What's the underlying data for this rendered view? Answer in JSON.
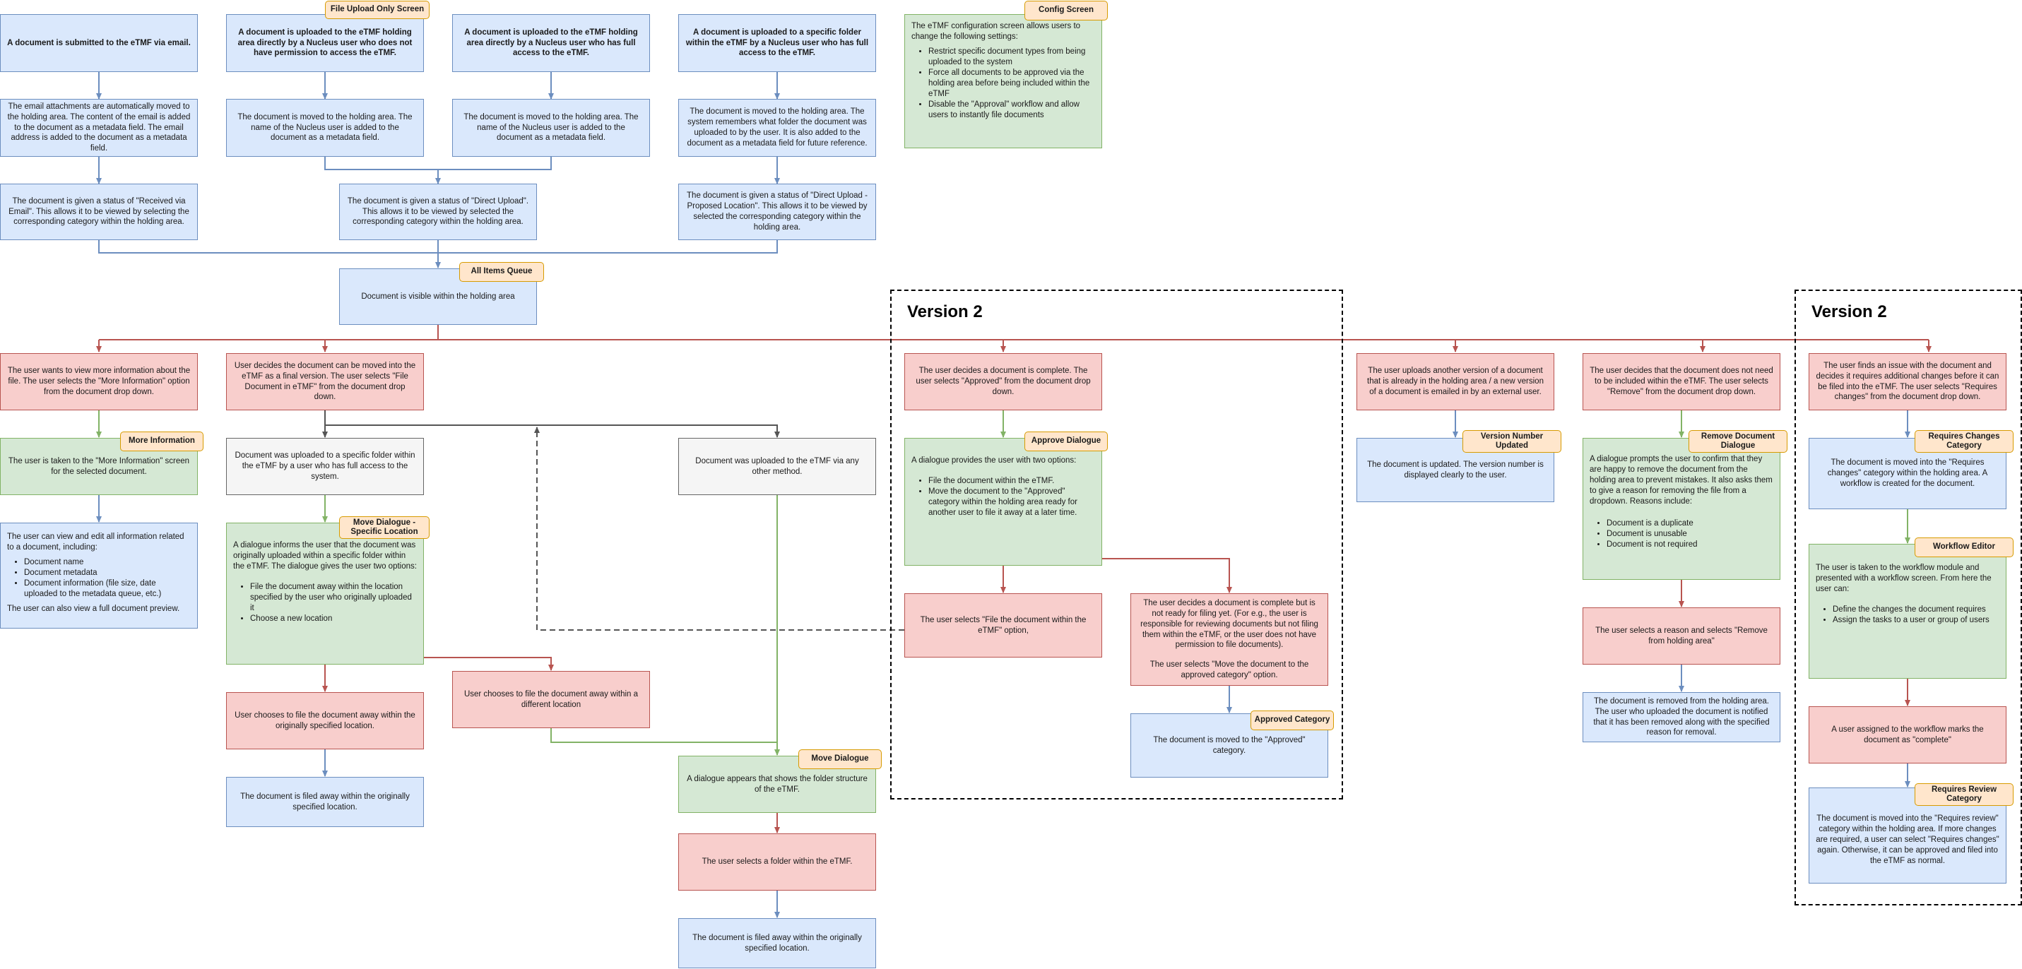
{
  "diagram": {
    "groups": [
      {
        "title": "Version 2"
      },
      {
        "title": "Version 2"
      }
    ],
    "tags": {
      "file_upload_only_screen": "File Upload Only Screen",
      "config_screen": "Config Screen",
      "all_items_queue": "All Items Queue",
      "more_information": "More Information",
      "move_dialogue_specific_location": "Move Dialogue - Specific Location",
      "move_dialogue": "Move Dialogue",
      "approve_dialogue": "Approve Dialogue",
      "approved_category": "Approved Category",
      "version_number_updated": "Version Number Updated",
      "remove_document_dialogue": "Remove Document Dialogue",
      "requires_changes_category": "Requires Changes Category",
      "workflow_editor": "Workflow Editor",
      "requires_review_category": "Requires Review Category"
    },
    "nodes": {
      "submit_email": "A document is submitted to the eTMF via email.",
      "upload_no_permission": "A document is uploaded to the eTMF holding area directly by a Nucleus user who does not have permission to access the eTMF.",
      "upload_full_access": "A document is uploaded to the eTMF holding area directly by a Nucleus user who has full access to the eTMF.",
      "upload_specific_folder": "A document is uploaded to a specific folder within the eTMF by a Nucleus user who has full access to the eTMF.",
      "email_attachments_moved": "The email attachments are automatically moved to the holding area. The content of the email is added to the document as a metadata field. The email address is added to the document as a metadata field.",
      "moved_name_added_1": "The document is moved to the holding area. The name of the Nucleus user is added to the document as a metadata field.",
      "moved_name_added_2": "The document is moved to the holding area. The name of the Nucleus user is added to the document as a metadata field.",
      "moved_folder_remembered": "The document is moved to the holding area. The system remembers what folder the document was uploaded to by the user. It is also added to the document as a metadata field for future reference.",
      "status_received_email": "The document is given a status of \"Received via Email\". This allows it to be viewed by selecting the corresponding category within the holding area.",
      "status_direct_upload": "The document is given a status of \"Direct Upload\". This allows it to be viewed by selected the corresponding category within the holding area.",
      "status_proposed_location": "The document is given a status of \"Direct Upload - Proposed Location\". This allows it to be viewed by selected the corresponding category within the holding area.",
      "visible_holding_area": "Document is visible within the holding area",
      "config_intro": "The eTMF configuration screen allows users to change the following settings:",
      "config_items": [
        "Restrict specific document types from being uploaded to the system",
        "Force all documents to be approved via the holding area before being included within the eTMF",
        "Disable the \"Approval\" workflow and allow users to instantly file documents"
      ],
      "more_info_request": "The user wants to view more information about the file. The user selects the \"More Information\" option from the document drop down.",
      "more_info_screen": "The user is taken to the \"More Information\" screen for the selected document.",
      "more_info_view_intro": "The user can view and edit all information related to a document, including:",
      "more_info_view_items": [
        "Document name",
        "Document metadata",
        "Document information (file size, date uploaded to the metadata queue, etc.)"
      ],
      "more_info_view_outro": "The user can also view a full document preview.",
      "final_version_decision": "User decides the document can be moved into the eTMF as a final version. The user selects \"File Document in eTMF\" from the document drop down.",
      "uploaded_specific_folder": "Document was uploaded to a specific folder within the eTMF by a user who has full access to the system.",
      "uploaded_other_method": "Document was uploaded to the eTMF via any other method.",
      "dialogue_original_intro": "A dialogue informs the user that the document was originally uploaded within a specific folder within the eTMF. The dialogue gives the user two options:",
      "dialogue_original_items": [
        "File the document away within the location specified by the user who originally uploaded it",
        "Choose a new location"
      ],
      "file_original_location": "User chooses to file the document away within the originally specified location.",
      "file_different_location": "User chooses to file the document away within a different location",
      "filed_original_location": "The document is filed away within the originally specified location.",
      "dialogue_folder_structure": "A dialogue appears that shows the folder structure of the eTMF.",
      "select_folder": "The user selects a folder within the eTMF.",
      "filed_original_location_2": "The document is filed away within the originally specified location.",
      "approve_decision": "The user decides a document is complete. The user selects \"Approved\" from the document drop down.",
      "approve_dialogue_intro": "A dialogue provides the user with two options:",
      "approve_dialogue_items": [
        "File the document within the eTMF.",
        "Move the document to the \"Approved\" category within the holding area ready for another user to file it away at a later time."
      ],
      "select_file_option": "The user selects \"File the document within the eTMF\" option,",
      "not_ready_filing": "The user decides a document is complete but is not ready for filing yet. (For e.g., the user is responsible for reviewing documents but not filing them within the eTMF, or the user does not have permission to file documents).",
      "not_ready_select": "The user selects \"Move the document to the approved category\" option.",
      "moved_approved": "The document is moved to the \"Approved\" category.",
      "upload_new_version": "The user uploads another version of a document that is already in the holding area / a new version of a document is emailed in by an external user.",
      "version_updated": "The document is updated. The version number is displayed clearly to the user.",
      "remove_decision": "The user decides that the document does not need to be included within the eTMF. The user selects \"Remove\" from the document drop down.",
      "remove_dialogue_intro": "A dialogue prompts the user to confirm that they are happy to remove the document from the holding area to prevent mistakes. It also asks them to give a reason for removing the file from a dropdown. Reasons include:",
      "remove_dialogue_items": [
        "Document is a duplicate",
        "Document is unusable",
        "Document is not required"
      ],
      "select_reason_remove": "The user selects a reason and selects \"Remove from holding area\"",
      "removed_notified": "The document is removed from the holding area. The user who uploaded the document is notified that it has been removed along with the specified reason for removal.",
      "issue_found": "The user finds an issue with the document and decides it requires additional changes before it can be filed into the eTMF. The user selects \"Requires changes\" from the document drop down.",
      "moved_requires_changes": "The document is moved into the \"Requires changes\" category within the holding area. A workflow is created for the document.",
      "workflow_intro": "The user is taken to the workflow module and presented with a workflow screen. From here the user can:",
      "workflow_items": [
        "Define the changes the document requires",
        "Assign the tasks to a user or group of users"
      ],
      "workflow_complete": "A user assigned to the workflow marks the document as \"complete\"",
      "moved_requires_review": "The document is moved into the \"Requires review\" category within the holding area. If more changes are required, a user can select \"Requires changes\" again. Otherwise, it can be approved and filed into the eTMF as normal."
    },
    "colors": {
      "blue_fill": "#dae8fc",
      "blue_stroke": "#6c8ebf",
      "green_fill": "#d5e8d4",
      "green_stroke": "#82b366",
      "red_fill": "#f8cecc",
      "red_stroke": "#b85450",
      "grey_fill": "#f5f5f5",
      "grey_stroke": "#666666",
      "tag_fill": "#ffe6cc",
      "tag_stroke": "#d79b00"
    }
  }
}
